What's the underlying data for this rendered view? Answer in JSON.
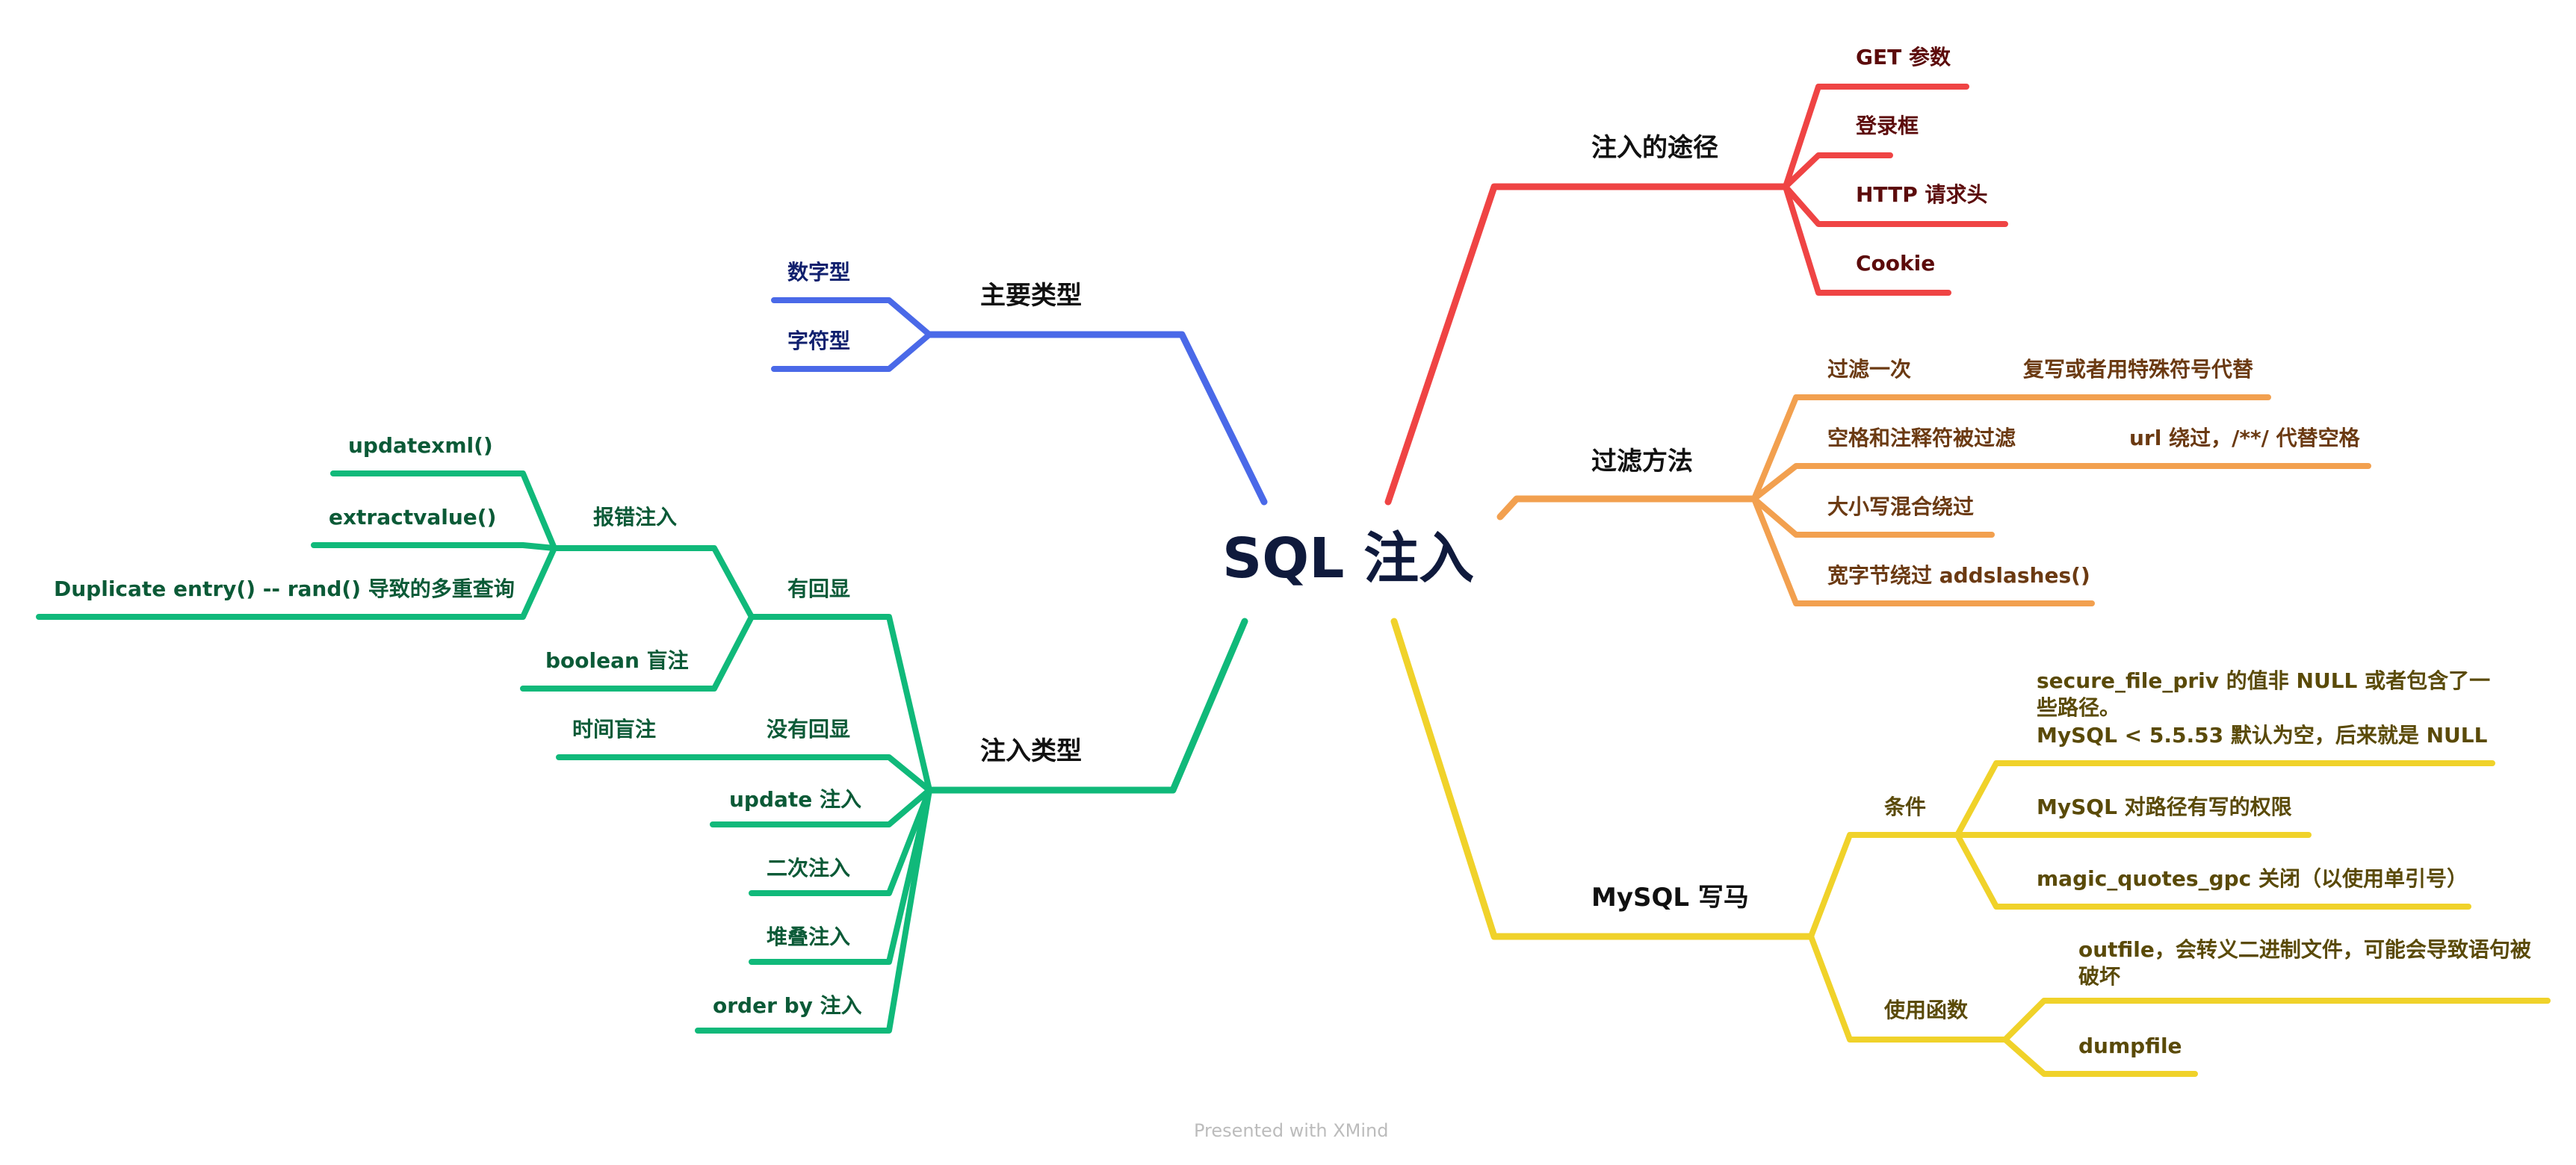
{
  "colors": {
    "red": "#ef4444",
    "orange": "#f2a04f",
    "yellow": "#f0d22a",
    "blue": "#4a69e8",
    "green": "#10b97a",
    "root_text": "#0f1a3c"
  },
  "root": "SQL 注入",
  "branches": {
    "routes": {
      "title": "注入的途径",
      "items": [
        "GET 参数",
        "登录框",
        "HTTP 请求头",
        "Cookie"
      ]
    },
    "filter": {
      "title": "过滤方法",
      "items": [
        {
          "label": "过滤一次",
          "detail": "复写或者用特殊符号代替"
        },
        {
          "label": "空格和注释符被过滤",
          "detail": "url 绕过，/**/ 代替空格"
        },
        {
          "label": "大小写混合绕过",
          "detail": ""
        },
        {
          "label": "宽字节绕过 addslashes()",
          "detail": ""
        }
      ]
    },
    "mysql": {
      "title": "MySQL 写马",
      "conditions": {
        "label": "条件",
        "items": [
          "secure_file_priv 的值非 NULL 或者包含了一些路径。\nMySQL < 5.5.53 默认为空，后来就是 NULL",
          "MySQL 对路径有写的权限",
          "magic_quotes_gpc 关闭（以使用单引号）"
        ]
      },
      "functions": {
        "label": "使用函数",
        "items": [
          "outfile，会转义二进制文件，可能会导致语句被破坏",
          "dumpfile"
        ]
      }
    },
    "main_types": {
      "title": "主要类型",
      "items": [
        "数字型",
        "字符型"
      ]
    },
    "injection_types": {
      "title": "注入类型",
      "echo": {
        "label": "有回显",
        "error": {
          "label": "报错注入",
          "items": [
            "updatexml()",
            "extractvalue()",
            "Duplicate entry() -- rand() 导致的多重查询"
          ]
        },
        "boolean": "boolean 盲注"
      },
      "no_echo": {
        "label": "没有回显",
        "child": "时间盲注"
      },
      "others": [
        "update 注入",
        "二次注入",
        "堆叠注入",
        "order by 注入"
      ]
    }
  },
  "footer": "Presented with XMind"
}
